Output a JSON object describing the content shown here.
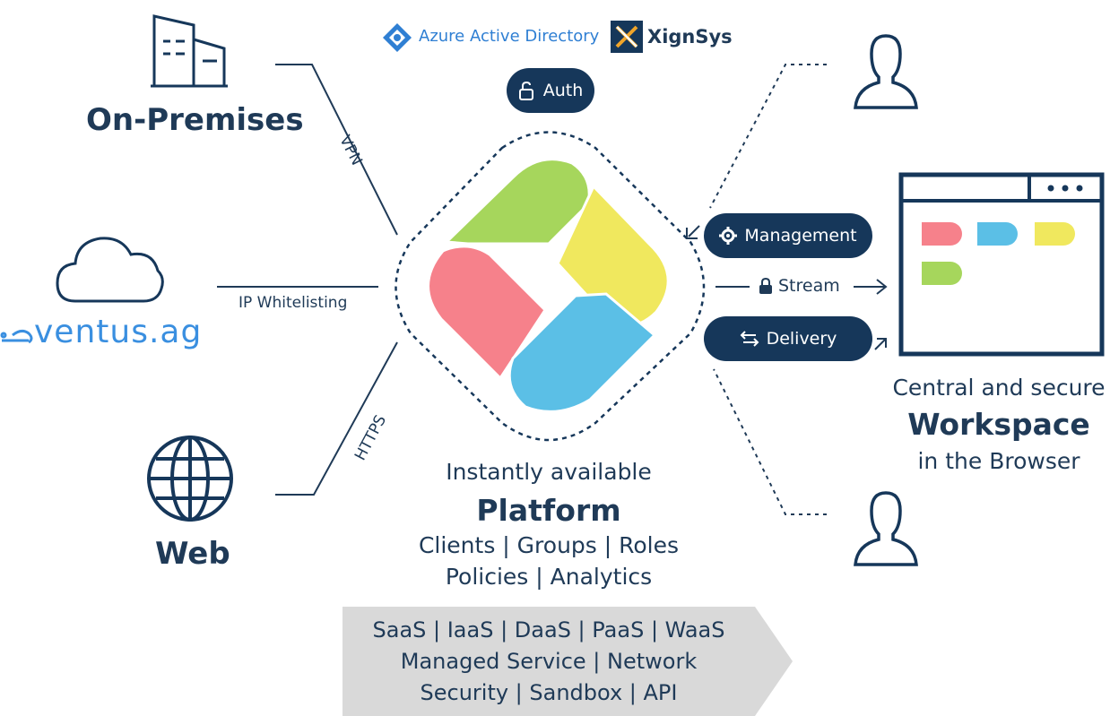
{
  "colors": {
    "navy": "#16375a",
    "text": "#1f3a57",
    "green": "#a6d65c",
    "yellow": "#f0e85e",
    "red": "#f6818b",
    "blue": "#5bbfe6",
    "azure": "#2f7fd3",
    "ventus": "#3a8fe0",
    "banner": "#d9d9d9"
  },
  "left": {
    "on_premises": {
      "label": "On-Premises",
      "icon": "building-icon"
    },
    "ventus": {
      "logo_text": "ventus.ag",
      "icon": "cloud-icon"
    },
    "web": {
      "label": "Web",
      "icon": "globe-icon"
    }
  },
  "connections": {
    "vpn": "VPN",
    "ip": "IP Whitelisting",
    "https": "HTTPS"
  },
  "top": {
    "azure": "Azure Active Directory",
    "xignsys": "XignSys",
    "auth": "Auth"
  },
  "platform": {
    "line1": "Instantly available",
    "title": "Platform",
    "line2": "Clients | Groups | Roles",
    "line3": "Policies | Analytics"
  },
  "right": {
    "management": "Management",
    "stream": "Stream",
    "delivery": "Delivery",
    "workspace_line1": "Central and secure",
    "workspace_title": "Workspace",
    "workspace_line2": "in the Browser"
  },
  "banner": {
    "line1": "SaaS | IaaS | DaaS | PaaS | WaaS",
    "line2": "Managed Service | Network",
    "line3": "Security | Sandbox | API"
  }
}
